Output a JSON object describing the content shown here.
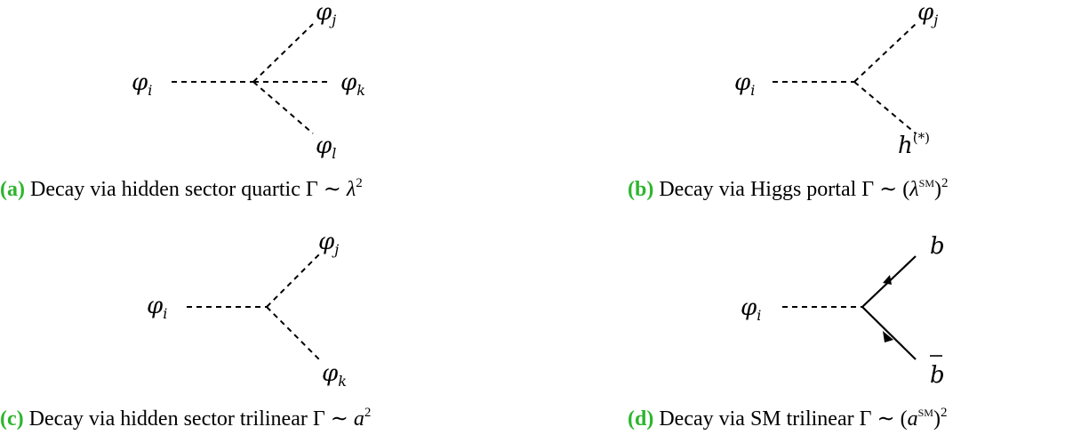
{
  "panels": [
    {
      "tag": "(a)",
      "caption_text": "Decay via hidden sector quartic",
      "caption_math": "Γ ∼ λ²",
      "labels": {
        "incoming": "φi",
        "out1": "φj",
        "out2": "φk",
        "out3": "φl"
      }
    },
    {
      "tag": "(b)",
      "caption_text": "Decay via Higgs portal",
      "caption_math": "Γ ∼ (λSM)²",
      "labels": {
        "incoming": "φi",
        "out1": "φj",
        "out2": "h(*)"
      }
    },
    {
      "tag": "(c)",
      "caption_text": "Decay via hidden sector trilinear",
      "caption_math": "Γ ∼ a²",
      "labels": {
        "incoming": "φi",
        "out1": "φj",
        "out2": "φk"
      }
    },
    {
      "tag": "(d)",
      "caption_text": "Decay via SM trilinear",
      "caption_math": "Γ ∼ (aSM)²",
      "labels": {
        "incoming": "φi",
        "out1": "b",
        "out2": "b̄"
      }
    }
  ],
  "colors": {
    "tag": "#2db52d",
    "lines": "#000000"
  }
}
